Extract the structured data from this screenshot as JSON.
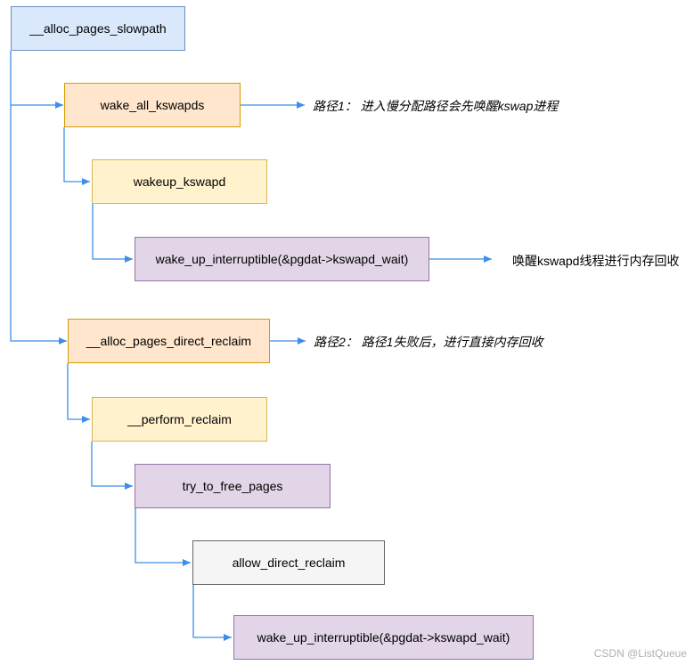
{
  "colors": {
    "edge": "#3d8ee8",
    "blue_fill": "#dae8fc",
    "orange_fill": "#ffe6cc",
    "yellow_fill": "#fff2cc",
    "purple_fill": "#e1d5e7",
    "gray_fill": "#f5f5f5"
  },
  "nodes": {
    "alloc_pages_slowpath": "__alloc_pages_slowpath",
    "wake_all_kswapds": "wake_all_kswapds",
    "wakeup_kswapd": "wakeup_kswapd",
    "wake_up_interruptible_1": "wake_up_interruptible(&pgdat->kswapd_wait)",
    "alloc_pages_direct_reclaim": "__alloc_pages_direct_reclaim",
    "perform_reclaim": "__perform_reclaim",
    "try_to_free_pages": "try_to_free_pages",
    "allow_direct_reclaim": "allow_direct_reclaim",
    "wake_up_interruptible_2": "wake_up_interruptible(&pgdat->kswapd_wait)"
  },
  "notes": {
    "path1": "路径1： 进入慢分配路径会先唤醒kswap进程",
    "wake_kswapd": "唤醒kswapd线程进行内存回收",
    "path2": "路径2： 路径1失败后，进行直接内存回收"
  },
  "watermark": "CSDN @ListQueue"
}
